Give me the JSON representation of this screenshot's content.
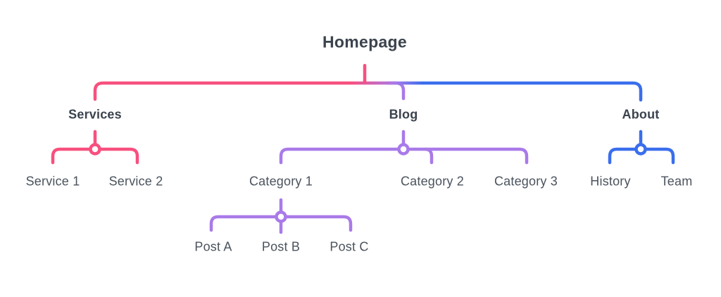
{
  "diagram": {
    "type": "sitemap-tree",
    "root": {
      "label": "Homepage"
    },
    "sections": [
      {
        "id": "services",
        "label": "Services",
        "color": "#f7507f",
        "children": [
          {
            "label": "Service 1"
          },
          {
            "label": "Service 2"
          }
        ]
      },
      {
        "id": "blog",
        "label": "Blog",
        "color": "#a97ae9",
        "children": [
          {
            "label": "Category 1",
            "children": [
              {
                "label": "Post A"
              },
              {
                "label": "Post B"
              },
              {
                "label": "Post C"
              }
            ]
          },
          {
            "label": "Category 2"
          },
          {
            "label": "Category 3"
          }
        ]
      },
      {
        "id": "about",
        "label": "About",
        "color": "#3a6eec",
        "children": [
          {
            "label": "History"
          },
          {
            "label": "Team"
          }
        ]
      }
    ]
  },
  "colors": {
    "services": "#f7507f",
    "blog": "#a97ae9",
    "about": "#3a6eec",
    "heading_text": "#3b434d",
    "label_text": "#4b535d",
    "background": "#ffffff"
  }
}
